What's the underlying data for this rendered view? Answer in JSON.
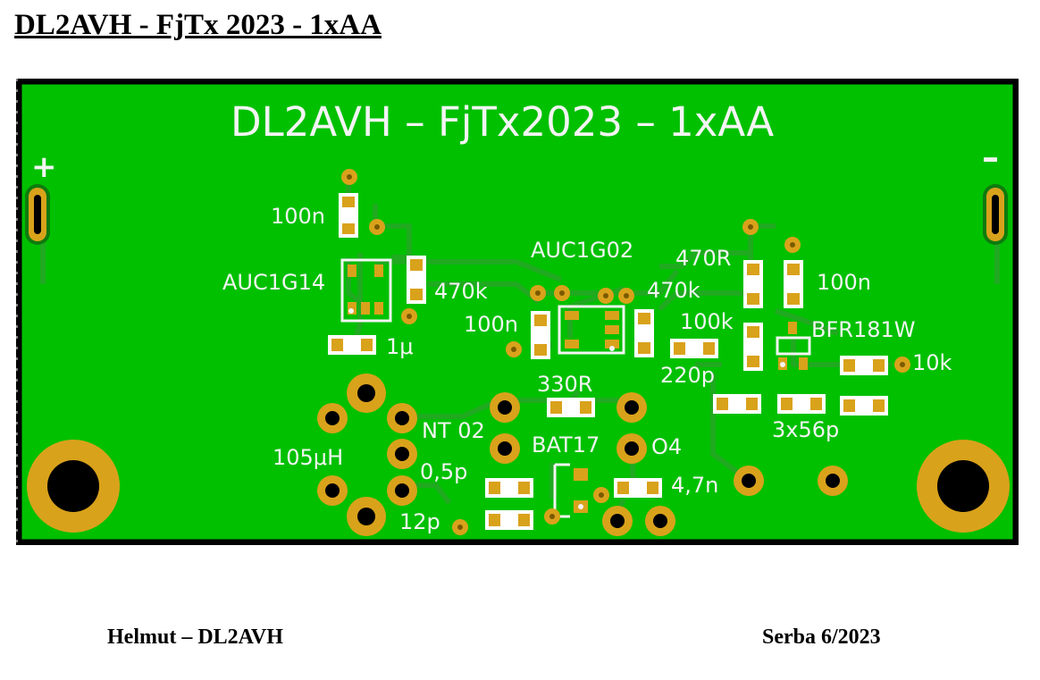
{
  "document": {
    "title": "DL2AVH - FjTx 2023 - 1xAA",
    "author": "Helmut – DL2AVH",
    "date": "Serba 6/2023"
  },
  "pcb": {
    "silkscreen_title": "DL2AVH – FjTx2023 – 1xAA",
    "plus_label": "+",
    "minus_label": "–",
    "labels": {
      "c100n_top": "100n",
      "ic1": "AUC1G14",
      "r470k_left": "470k",
      "c1u": "1μ",
      "ic2": "AUC1G02",
      "r470R": "470R",
      "c100n_right": "100n",
      "r470k_mid": "470k",
      "c100n_mid": "100n",
      "r100k": "100k",
      "transistor": "BFR181W",
      "r10k": "10k",
      "c220p": "220p",
      "r330R": "330R",
      "c3x56p": "3x56p",
      "inductor": "105μH",
      "nt02": "NT 02",
      "diode": "BAT17",
      "o4": "O4",
      "c05p": "0,5p",
      "c47n": "4,7n",
      "c12p": "12p"
    }
  },
  "colors": {
    "board_green": "#00c000",
    "trace_green": "#1faa1f",
    "copper_pad": "#d9a21b",
    "silkscreen": "#f4f4f4",
    "board_edge": "#000000"
  }
}
